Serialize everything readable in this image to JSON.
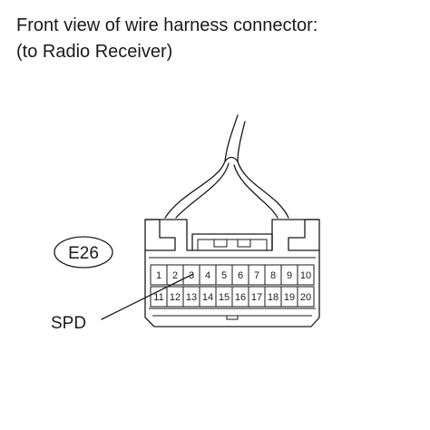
{
  "heading": {
    "line1": "Front view of wire harness connector:",
    "line2": "(to Radio Receiver)"
  },
  "connector": {
    "code": "E26",
    "pins_top": [
      "1",
      "2",
      "3",
      "4",
      "5",
      "6",
      "7",
      "8",
      "9",
      "10"
    ],
    "pins_bottom": [
      "11",
      "12",
      "13",
      "14",
      "15",
      "16",
      "17",
      "18",
      "19",
      "20"
    ]
  },
  "callout": {
    "label": "SPD",
    "pin": "3"
  }
}
